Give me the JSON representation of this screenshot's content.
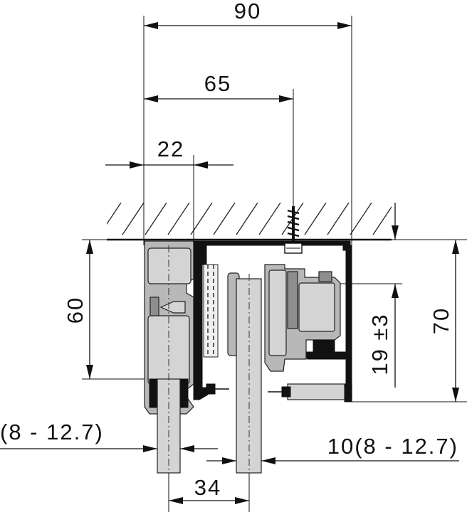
{
  "dimensions": {
    "overall_width": "90",
    "screw_offset": "65",
    "inner_offset": "22",
    "profile_height": "60",
    "overall_height": "70",
    "height_adjust": "19 ±3",
    "glass_left": "(8 - 12.7)",
    "glass_right": "10(8 - 12.7)",
    "glass_spacing": "34"
  }
}
